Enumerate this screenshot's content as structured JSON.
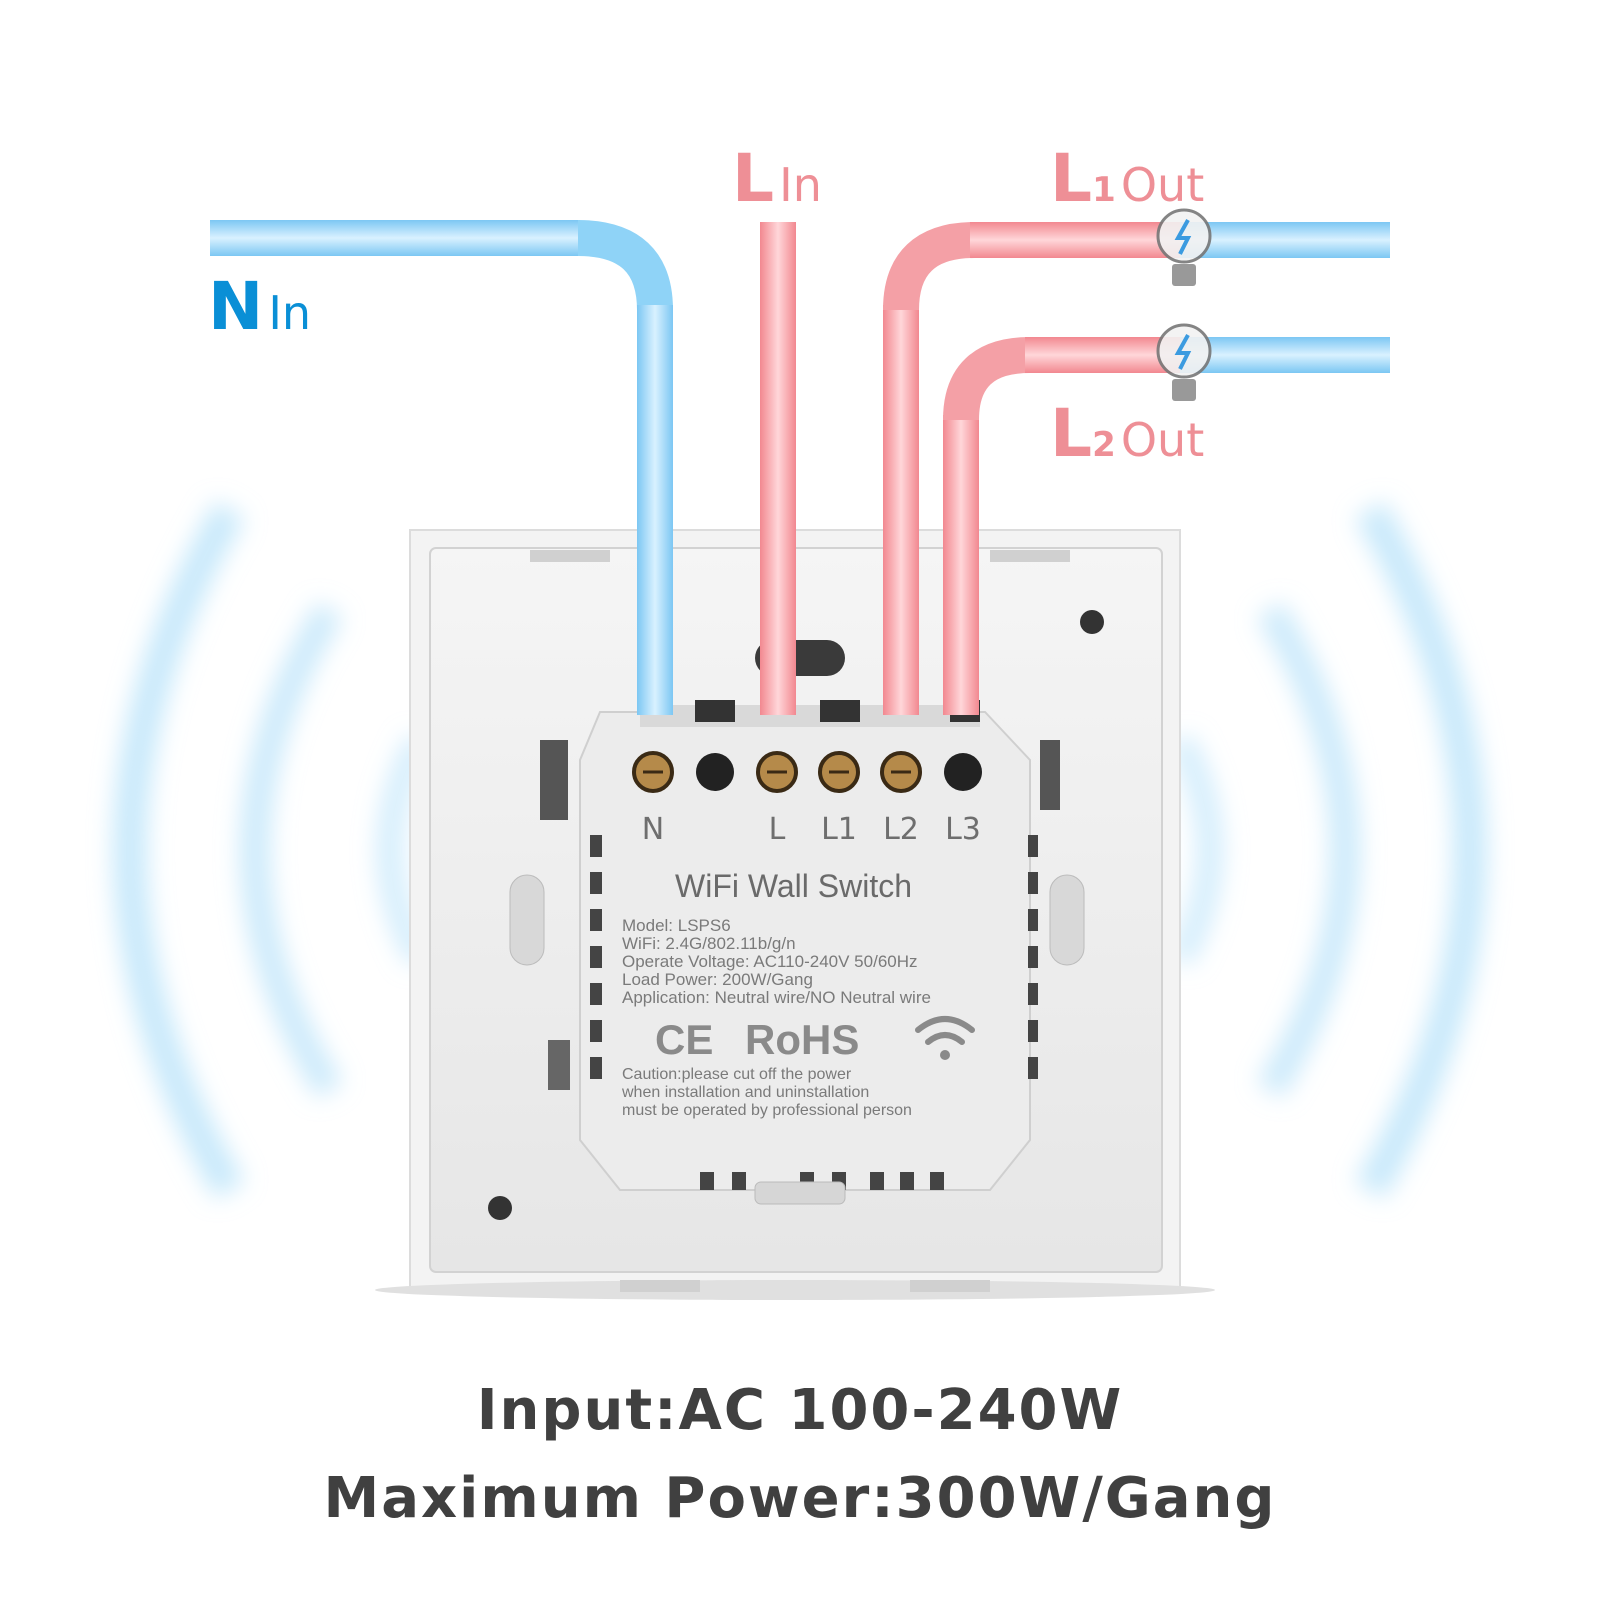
{
  "labels": {
    "n_in": {
      "letter": "N",
      "word": "In"
    },
    "l_in": {
      "letter": "L",
      "word": "In"
    },
    "l1_out": {
      "letter": "L",
      "sub": "1",
      "word": "Out"
    },
    "l2_out": {
      "letter": "L",
      "sub": "2",
      "word": "Out"
    }
  },
  "terminals": [
    "N",
    "L",
    "L1",
    "L2",
    "L3"
  ],
  "plate": {
    "title": "WiFi Wall Switch",
    "lines": [
      "Model: LSPS6",
      "WiFi: 2.4G/802.11b/g/n",
      "Operate Voltage: AC110-240V 50/60Hz",
      "Load Power: 200W/Gang",
      "Application: Neutral wire/NO Neutral wire"
    ],
    "marks": {
      "ce": "CE",
      "rohs": "RoHS"
    },
    "caution": [
      "Caution:please cut off the power",
      "when installation and uninstallation",
      "must be operated by professional person"
    ]
  },
  "specs": {
    "input": "Input:AC 100-240W",
    "max_power": "Maximum Power:300W/Gang"
  },
  "colors": {
    "neutral_wire": "#8fd3f7",
    "live_wire": "#f4a0a6",
    "neutral_text": "#0a8fd6",
    "live_text": "#ee8f96",
    "spec_text": "#404040"
  },
  "icons": [
    "bulb-icon",
    "wifi-icon",
    "wireless-wave-icon"
  ]
}
